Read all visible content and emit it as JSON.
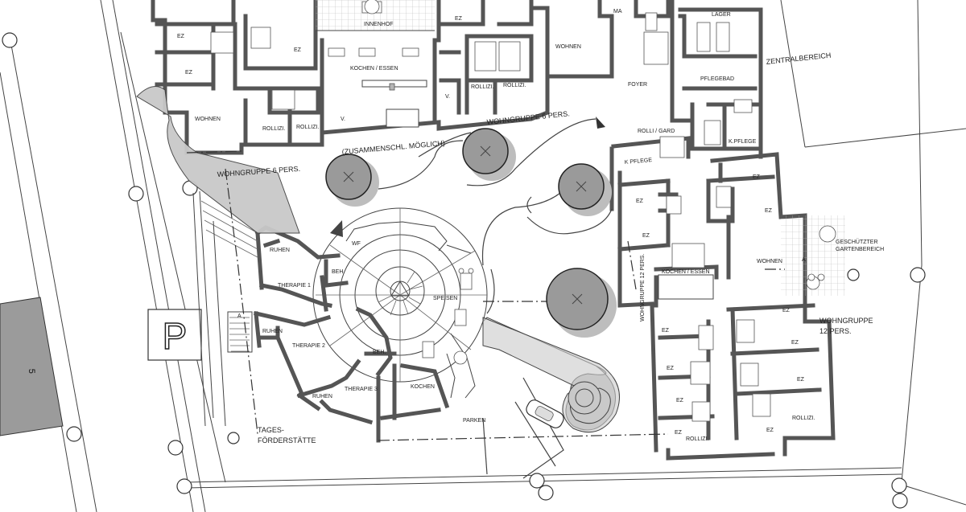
{
  "plan": {
    "rooms": {
      "ez_1": "EZ",
      "ez_2": "EZ",
      "ez_3": "EZ",
      "ez_top": "EZ",
      "ma": "MA",
      "lager": "LAGER",
      "innenhof": "INNENHOF",
      "kochen_essen_top": "KOCHEN / ESSEN",
      "wohnen_left": "WOHNEN",
      "rollizi_1": "ROLLIZI.",
      "rollizi_2": "ROLLIZI.",
      "rollizi_3": "ROLLIZI.",
      "rollizi_4": "ROLLIZI.",
      "v_1": "V.",
      "v_2": "V.",
      "wohnen_top_right": "WOHNEN",
      "foyer": "FOYER",
      "pflegebad": "PFLEGEBAD",
      "rolli_gard": "ROLLI / GARD",
      "k_pflege_1": "K PFLEGE",
      "k_pflege_2": "K.PFLEGE",
      "ez_r1": "EZ",
      "ez_r2": "EZ",
      "ez_r3": "EZ",
      "ez_r4": "EZ",
      "kochen_essen_right": "KOCHEN / ESSEN",
      "wohnen_right": "WOHNEN",
      "ez_r5": "EZ",
      "ez_r6": "EZ",
      "ez_r7": "EZ",
      "ez_r8": "EZ",
      "ez_r9": "EZ",
      "ez_r10": "EZ",
      "ez_r11": "EZ",
      "ez_r12": "EZ",
      "rollizi_r1": "ROLLIZI.",
      "rollizi_r2": "ROLLIZI.",
      "ruhen_1": "RUHEN",
      "ruhen_2": "RUHEN",
      "ruhen_3": "RUHEN",
      "therapie_1": "THERAPIE 1",
      "therapie_2": "THERAPIE 2",
      "therapie_3": "THERAPIE 3",
      "beh_1": "BEH.",
      "beh_2": "BEH.",
      "wf": "WF",
      "speisen": "SPEISEN",
      "kochen": "KOCHEN",
      "parken": "PARKEN"
    },
    "zones": {
      "zentralbereich": "ZENTRALBEREICH",
      "wohngruppe_6_a": "WOHNGRUPPE  6 PERS.",
      "wohngruppe_6_b": "WOHNGRUPPE  6 PERS.",
      "zusammenschl": "(ZUSAMMENSCHL. MÖGLICH)",
      "wohngruppe_12_vertical": "WOHNGRUPPE 12 PERS.",
      "wohngruppe_12_line1": "WOHNGRUPPE",
      "wohngruppe_12_line2": "12 PERS.",
      "geschuetzter_line1": "GESCHÜTZTER",
      "geschuetzter_line2": "GARTENBEREICH",
      "tages_line1": "TAGES-",
      "tages_line2": "FÖRDERSTÄTTE"
    },
    "markers": {
      "parking_sign": "P",
      "building_number": "5",
      "section_a_1": "A",
      "section_a_2": "A"
    },
    "colors": {
      "wall": "#555555",
      "tree": "#9a9a9a",
      "neighbour_building": "#9b9b9b",
      "ramp": "#c9c9c9"
    }
  }
}
